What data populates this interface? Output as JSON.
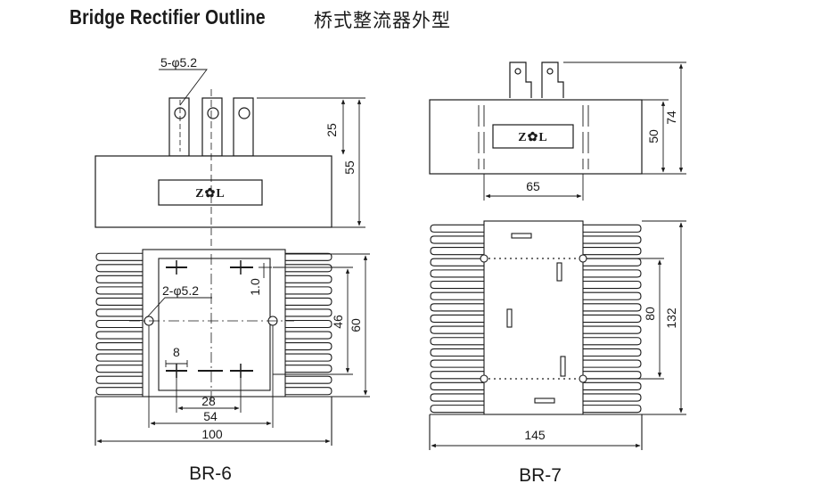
{
  "header": {
    "title_en": "Bridge Rectifier Outline",
    "title_cn": "桥式整流器外型"
  },
  "br6": {
    "model": "BR-6",
    "logo": "Z✿L",
    "dims": {
      "holes_top": "5-φ5.2",
      "holes_base": "2-φ5.2",
      "terminal_height": "25",
      "body_height": "55",
      "offset": "1.0",
      "hole_spacing_v": "46",
      "base_height": "60",
      "small": "8",
      "terminal_span": "28",
      "hole_spacing_h": "54",
      "width": "100"
    }
  },
  "br7": {
    "model": "BR-7",
    "logo": "Z✿L",
    "dims": {
      "body_height": "50",
      "total_height": "74",
      "body_width": "65",
      "hole_spacing_v": "80",
      "base_height": "132",
      "width": "145"
    }
  }
}
